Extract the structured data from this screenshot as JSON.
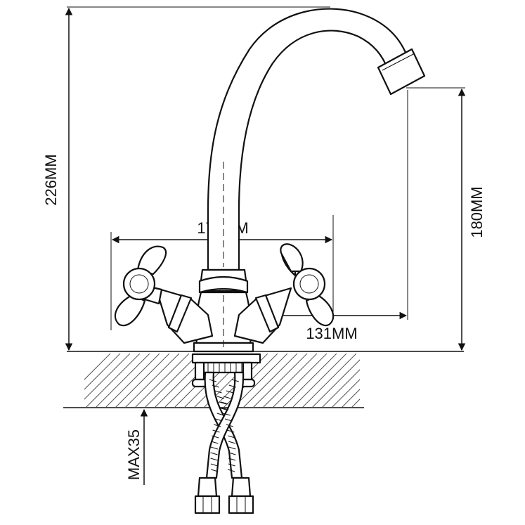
{
  "dimensions": {
    "height_total": "226MM",
    "height_spout": "180MM",
    "width_handles": "170MM",
    "spout_reach": "131MM",
    "max_thickness": "MAX35"
  },
  "colors": {
    "line": "#111111",
    "hatch": "#555555",
    "background": "#ffffff"
  }
}
